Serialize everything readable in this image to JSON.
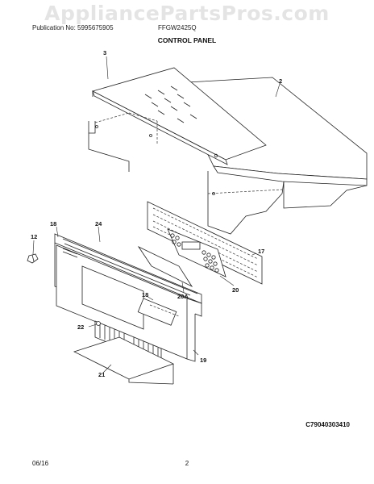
{
  "watermark": "AppliancePartsPros.com",
  "header": {
    "publication": "Publication No: 5995675905",
    "model": "FFGW2425Q",
    "section": "CONTROL PANEL"
  },
  "callouts": {
    "p2": "2",
    "p3": "3",
    "p12": "12",
    "p17": "17",
    "p18a": "18",
    "p18b": "18",
    "p19": "19",
    "p20": "20",
    "p20a": "20A",
    "p21": "21",
    "p22": "22",
    "p24": "24"
  },
  "diagram_code": "C79040303410",
  "footer": {
    "date": "06/16",
    "page": "2"
  }
}
